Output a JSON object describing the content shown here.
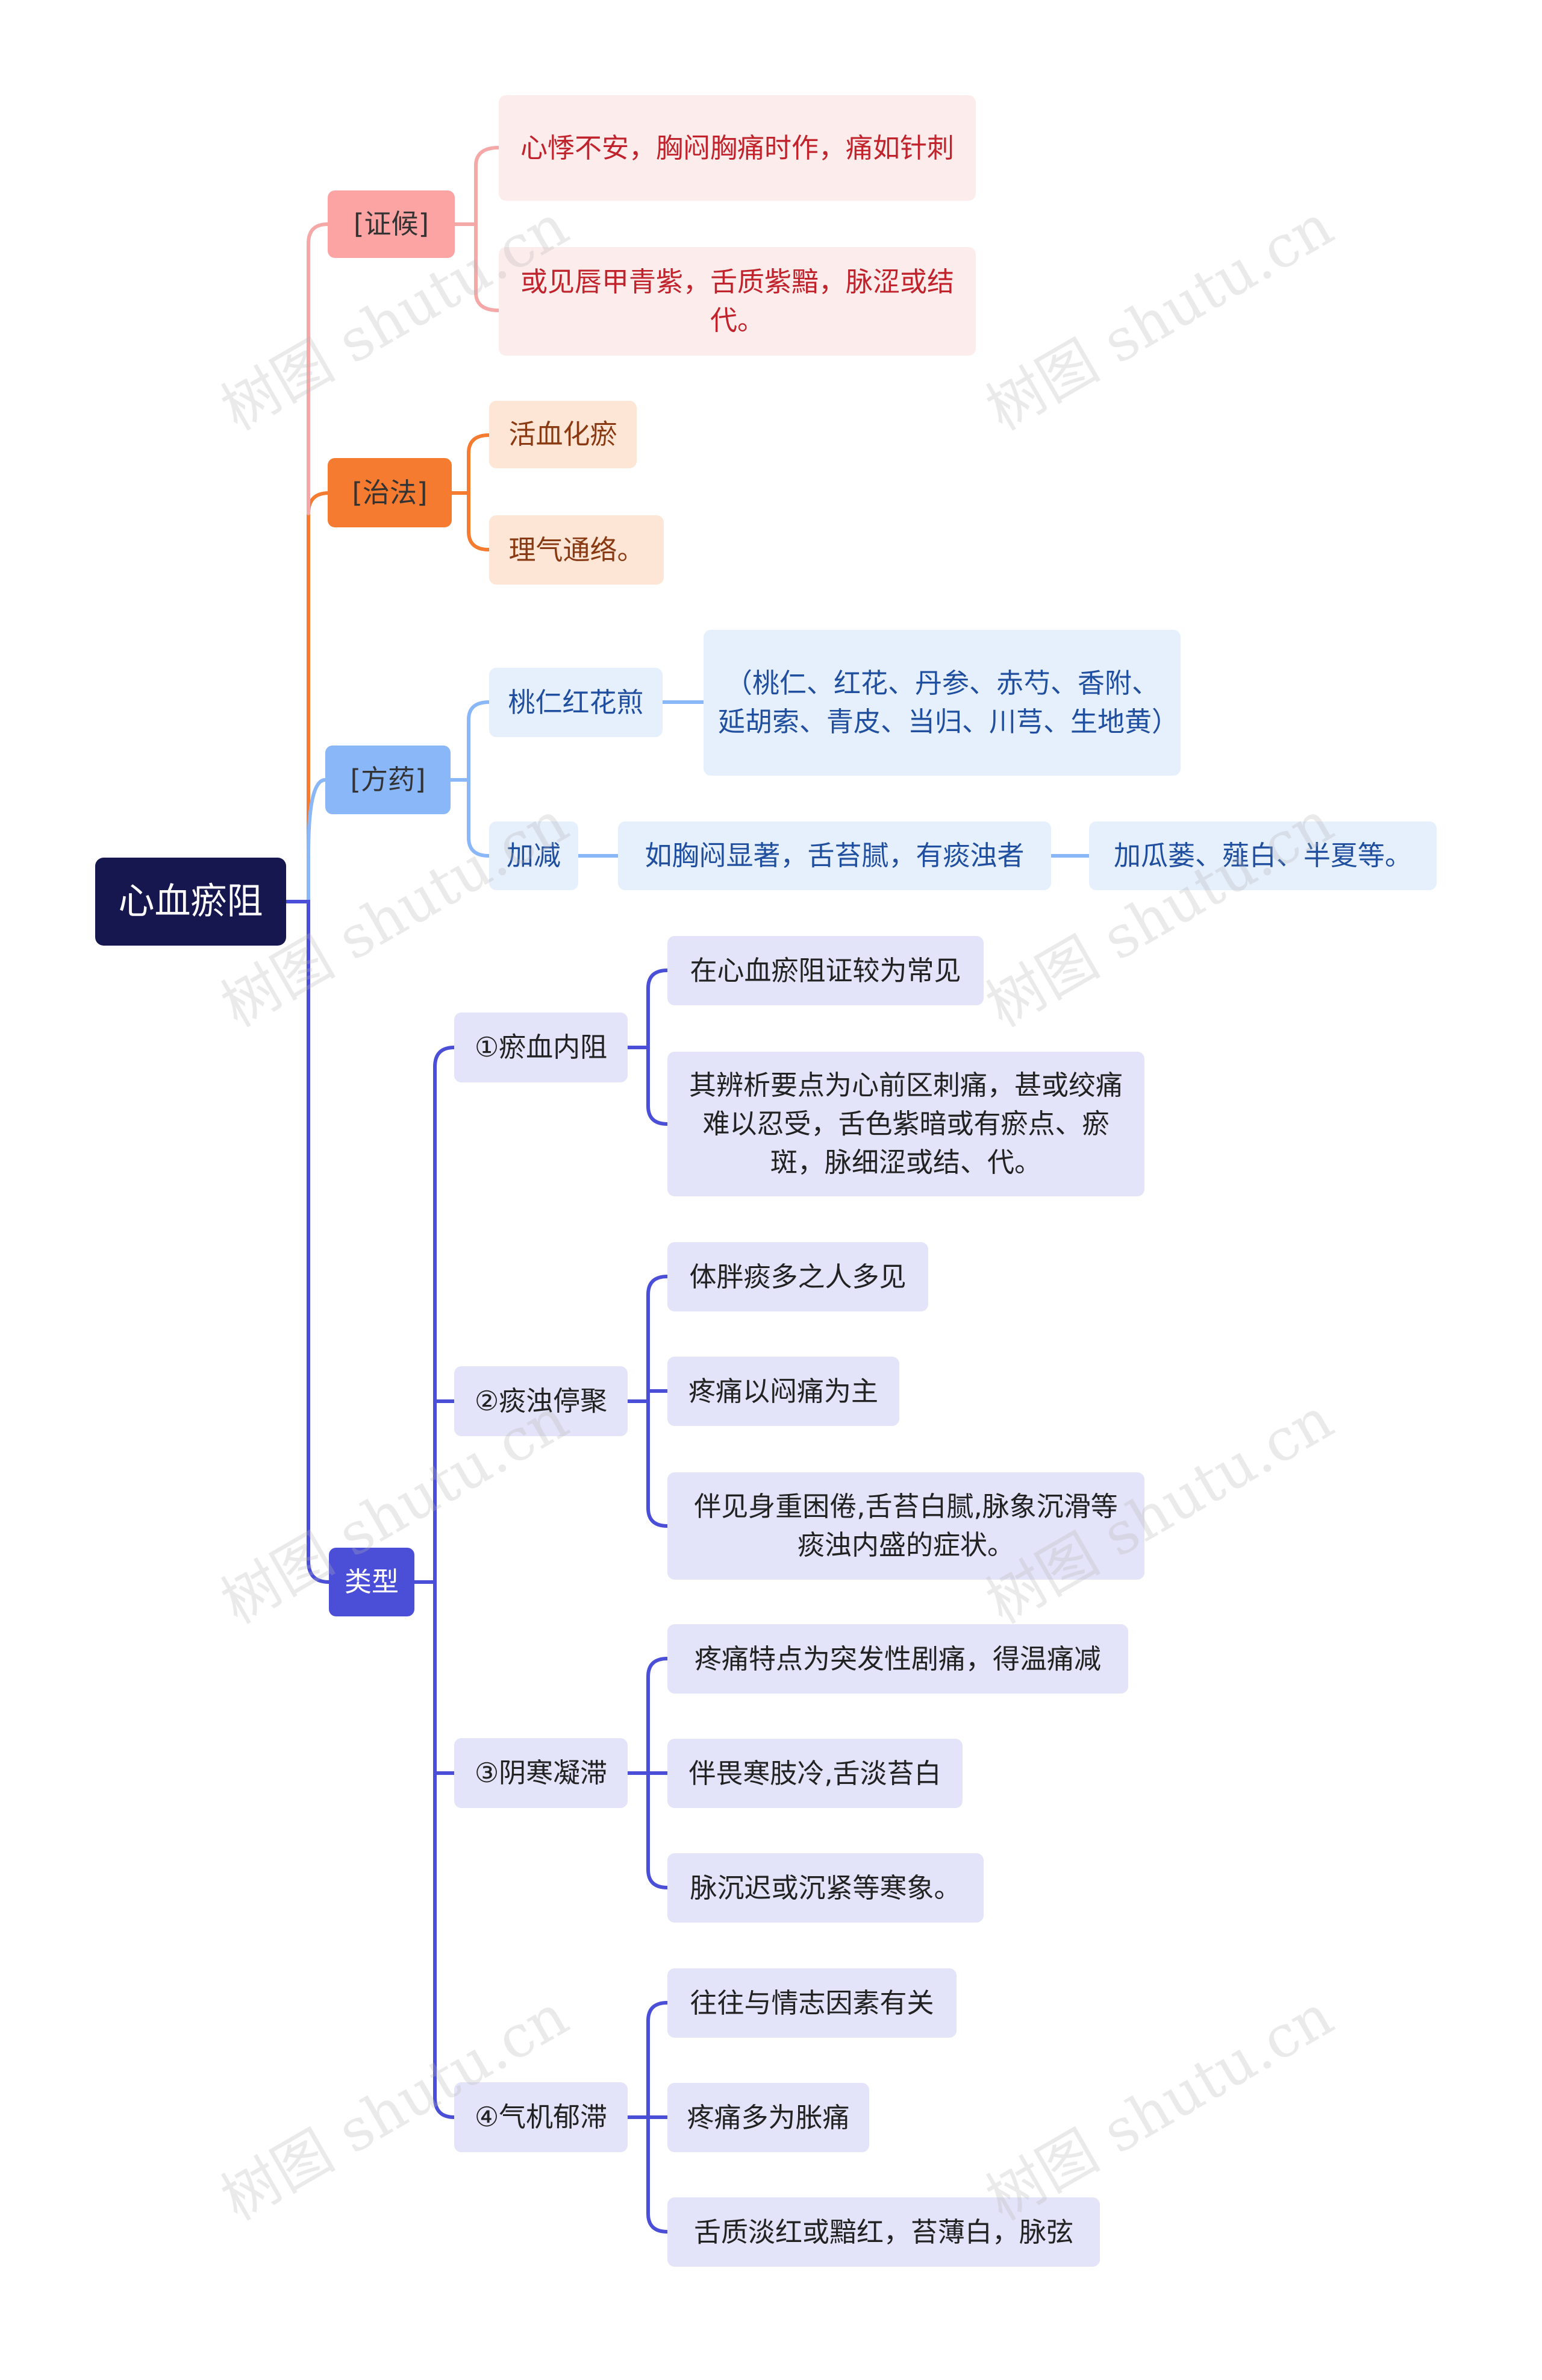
{
  "root": {
    "label": "心血瘀阻"
  },
  "zhenghou": {
    "label": "[证候]",
    "items": [
      "心悸不安，胸闷胸痛时作，痛如针刺",
      "或见唇甲青紫，舌质紫黯，脉涩或结代。"
    ]
  },
  "zhifa": {
    "label": "[治法]",
    "items": [
      "活血化瘀",
      "理气通络。"
    ]
  },
  "fangyao": {
    "label": "[方药]",
    "formula": "桃仁红花煎",
    "formula_detail": "（桃仁、红花、丹参、赤芍、香附、延胡索、青皮、当归、川芎、生地黄）",
    "jiajian": "加减",
    "condition": "如胸闷显著，舌苔腻，有痰浊者",
    "addition": "加瓜蒌、薤白、半夏等。"
  },
  "leixing": {
    "label": "类型",
    "types": [
      {
        "label": "①瘀血内阻",
        "items": [
          "在心血瘀阻证较为常见",
          "其辨析要点为心前区刺痛，甚或绞痛难以忍受，舌色紫暗或有瘀点、瘀斑，脉细涩或结、代。"
        ]
      },
      {
        "label": "②痰浊停聚",
        "items": [
          "体胖痰多之人多见",
          "疼痛以闷痛为主",
          "伴见身重困倦,舌苔白腻,脉象沉滑等痰浊内盛的症状。"
        ]
      },
      {
        "label": "③阴寒凝滞",
        "items": [
          "疼痛特点为突发性剧痛，得温痛减",
          "伴畏寒肢冷,舌淡苔白",
          "脉沉迟或沉紧等寒象。"
        ]
      },
      {
        "label": "④气机郁滞",
        "items": [
          "往往与情志因素有关",
          "疼痛多为胀痛",
          "舌质淡红或黯红，苔薄白，脉弦"
        ]
      }
    ]
  },
  "watermark": "树图 shutu.cn",
  "colors": {
    "red": "#f5a8a8",
    "orange": "#f47b30",
    "blue": "#8ab7f8",
    "indigo": "#4b4fd7"
  }
}
